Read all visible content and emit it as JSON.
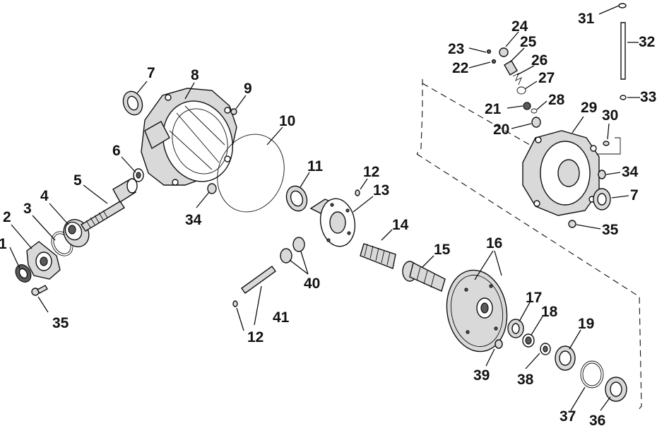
{
  "diagram": {
    "callouts": {
      "p1": "1",
      "p2": "2",
      "p3": "3",
      "p4": "4",
      "p5": "5",
      "p6": "6",
      "p7a": "7",
      "p7b": "7",
      "p8": "8",
      "p9": "9",
      "p10": "10",
      "p11": "11",
      "p12a": "12",
      "p12b": "12",
      "p13": "13",
      "p14": "14",
      "p15": "15",
      "p16": "16",
      "p17": "17",
      "p18": "18",
      "p19": "19",
      "p20": "20",
      "p21": "21",
      "p22": "22",
      "p23": "23",
      "p24": "24",
      "p25": "25",
      "p26": "26",
      "p27": "27",
      "p28": "28",
      "p29": "29",
      "p30": "30",
      "p31": "31",
      "p32": "32",
      "p33": "33",
      "p34a": "34",
      "p34b": "34",
      "p35a": "35",
      "p35b": "35",
      "p36": "36",
      "p37": "37",
      "p38": "38",
      "p39": "39",
      "p40": "40",
      "p41": "41"
    }
  }
}
